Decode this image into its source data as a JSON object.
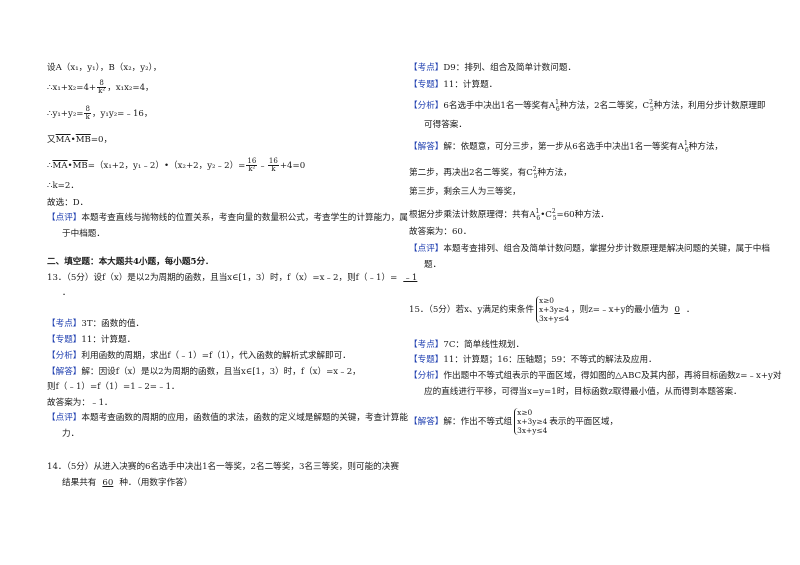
{
  "left": {
    "l1": "设A（x₁，y₁），B（x₂，y₂），",
    "l2a": "∴x₁+x₂=4+",
    "l2n": "8",
    "l2d": "k²",
    "l2b": "，x₁x₂=4，",
    "l3a": "∴y₁+y₂=",
    "l3n": "8",
    "l3d": "k",
    "l3b": "，y₁y₂=﹣16，",
    "l4a": "又",
    "l4v1": "MA",
    "l4m": "•",
    "l4v2": "MB",
    "l4b": "=0，",
    "l5a": "∴",
    "l5v1": "MA",
    "l5m": "•",
    "l5v2": "MB",
    "l5b": "=（x₁+2，y₁﹣2）•（x₂+2，y₂﹣2）=",
    "l5n1": "16",
    "l5d1": "k²",
    "l5p": "﹣",
    "l5n2": "16",
    "l5d2": "k",
    "l5c": "+4=0",
    "l6": "∴k=2．",
    "l7": "故选：D．",
    "dp_tag": "【点评】",
    "dp_text1": "本题考查直线与抛物线的位置关系，考查向量的数量积公式，考查学生的计算能力，属",
    "dp_text2": "于中档题．",
    "sec2": "二、填空题：本大题共4小题，每小题5分．",
    "q13a": "13．（5分）设f（x）是以2为周期的函数，且当x∈[1，3）时，f（x）=x﹣2，则f（﹣1）=",
    "q13ans": "﹣1",
    "q13b": "．",
    "kd_tag": "【考点】",
    "kd_text": "3T：函数的值．",
    "zt_tag": "【专题】",
    "zt_text": "11：计算题．",
    "fx_tag": "【分析】",
    "fx_text": "利用函数的周期，求出f（﹣1）=f（1），代入函数的解析式求解即可．",
    "jd_tag": "【解答】",
    "jd_text1": "解：因设f（x）是以2为周期的函数，且当x∈[1，3）时，f（x）=x﹣2，",
    "jd_text2": "则f（﹣1）=f（1）=1﹣2=﹣1．",
    "jd_text3": "故答案为：﹣1．",
    "dp2_tag": "【点评】",
    "dp2_text1": "本题考查函数的周期的应用，函数值的求法，函数的定义域是解题的关键，考查计算能",
    "dp2_text2": "力．",
    "q14a": "14．（5分）从进入决赛的6名选手中决出1名一等奖，2名二等奖，3名三等奖，则可能的决赛",
    "q14b": "结果共有",
    "q14ans": "60",
    "q14c": "种．（用数字作答）"
  },
  "right": {
    "kd_tag": "【考点】",
    "kd_text": "D9：排列、组合及简单计数问题．",
    "zt_tag": "【专题】",
    "zt_text": "11：计算题．",
    "fx_tag": "【分析】",
    "fx_text1a": "6名选手中决出1名一等奖有",
    "fx_a1": "A",
    "fx_a1sup": "1",
    "fx_a1sub": "6",
    "fx_text1b": "种方法，2名二等奖，",
    "fx_c1": "C",
    "fx_c1sup": "2",
    "fx_c1sub": "5",
    "fx_text1c": "种方法，利用分步计数原理即",
    "fx_text2": "可得答案．",
    "jd_tag": "【解答】",
    "jd_text1a": "解：依题意，可分三步，第一步从6名选手中决出1名一等奖有",
    "jd_a": "A",
    "jd_asup": "1",
    "jd_asub": "6",
    "jd_text1b": "种方法，",
    "s2a": "第二步，再决出2名二等奖，有",
    "s2c": "C",
    "s2sup": "2",
    "s2sub": "5",
    "s2b": "种方法，",
    "s3": "第三步，剩余三人为三等奖，",
    "s4a": "根据分步乘法计数原理得：共有",
    "s4a1": "A",
    "s4a1sup": "1",
    "s4a1sub": "6",
    "s4dot": "•",
    "s4c": "C",
    "s4csup": "2",
    "s4csub": "5",
    "s4b": "=60种方法．",
    "s5": "故答案为：60．",
    "dp_tag": "【点评】",
    "dp_text1": "本题考查排列、组合及简单计数问题，掌握分步计数原理是解决问题的关键，属于中档",
    "dp_text2": "题．",
    "q15a": "15．（5分）若x、y满足约束条件",
    "q15s1": "x≥0",
    "q15s2": "x+3y≥4",
    "q15s3": "3x+y≤4",
    "q15b": "，则z=﹣x+y的最小值为",
    "q15ans": "0",
    "q15c": "．",
    "kd2_tag": "【考点】",
    "kd2_text": "7C：简单线性规划．",
    "zt2_tag": "【专题】",
    "zt2_text": "11：计算题；16：压轴题；59：不等式的解法及应用．",
    "fx2_tag": "【分析】",
    "fx2_text1": "作出题中不等式组表示的平面区域，得如图的△ABC及其内部，再将目标函数z=﹣x+y对",
    "fx2_text2": "应的直线进行平移，可得当x=y=1时，目标函数z取得最小值，从而得到本题答案．",
    "jd2_tag": "【解答】",
    "jd2_text": "解：作出不等式组",
    "jd2_s1": "x≥0",
    "jd2_s2": "x+3y≥4",
    "jd2_s3": "3x+y≤4",
    "jd2_text2": "表示的平面区域，"
  }
}
